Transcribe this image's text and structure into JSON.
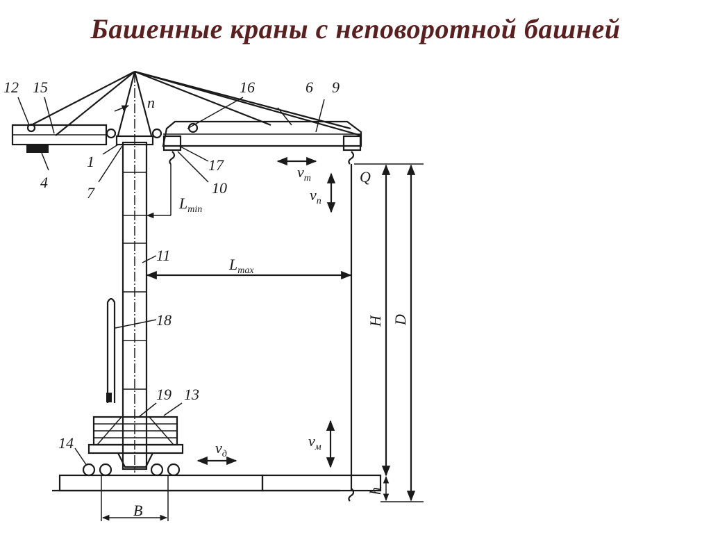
{
  "slide": {
    "title": "Башенные краны с неповоротной башней",
    "title_color": "#5a1f1f"
  },
  "diagram": {
    "type": "tower-crane-schematic",
    "part_labels": {
      "p1": "1",
      "p4": "4",
      "p6": "6",
      "p7": "7",
      "p9": "9",
      "p10": "10",
      "p11": "11",
      "p12": "12",
      "p13": "13",
      "p14": "14",
      "p15": "15",
      "p16": "16",
      "p17": "17",
      "p18": "18",
      "p19": "19",
      "n": "n"
    },
    "dimension_labels": {
      "l_min": "L",
      "l_min_sub": "min",
      "l_max": "L",
      "l_max_sub": "max",
      "H": "H",
      "D": "D",
      "h": "h",
      "B": "B",
      "Q": "Q"
    },
    "speed_labels": {
      "v_t": "v",
      "v_t_sub": "т",
      "v_p": "v",
      "v_p_sub": "п",
      "v_m": "v",
      "v_m_sub": "м",
      "v_d": "v",
      "v_d_sub": "д"
    }
  }
}
